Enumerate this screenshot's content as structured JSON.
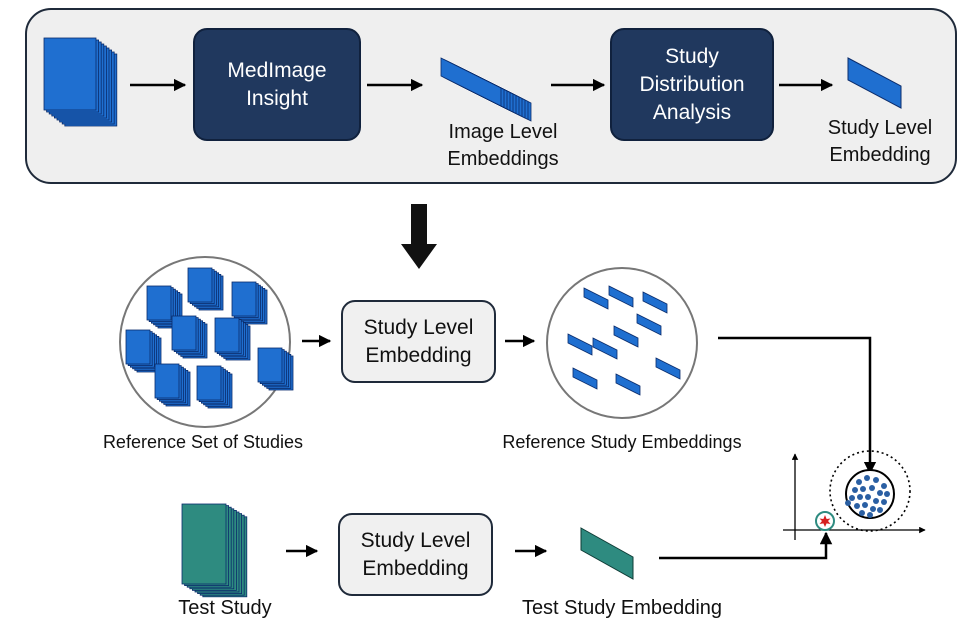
{
  "pipeline": {
    "medimage_box": [
      "MedImage",
      "Insight"
    ],
    "image_level_label": [
      "Image Level",
      "Embeddings"
    ],
    "study_distribution_box": [
      "Study",
      "Distribution",
      "Analysis"
    ],
    "study_level_label": [
      "Study Level",
      "Embedding"
    ]
  },
  "reference": {
    "set_label": "Reference Set of Studies",
    "box_label": [
      "Study Level",
      "Embedding"
    ],
    "embeddings_label": "Reference Study Embeddings"
  },
  "test": {
    "study_label": "Test Study",
    "box_label": [
      "Study Level",
      "Embedding"
    ],
    "embedding_label": "Test Study Embedding"
  },
  "colors": {
    "stack_blue": "#1f6fd0",
    "stack_teal": "#2e8b80",
    "dark_box": "#20385e",
    "light_panel": "#efefef",
    "dot_blue": "#2a5fa3",
    "outlier_red": "#d62020"
  }
}
